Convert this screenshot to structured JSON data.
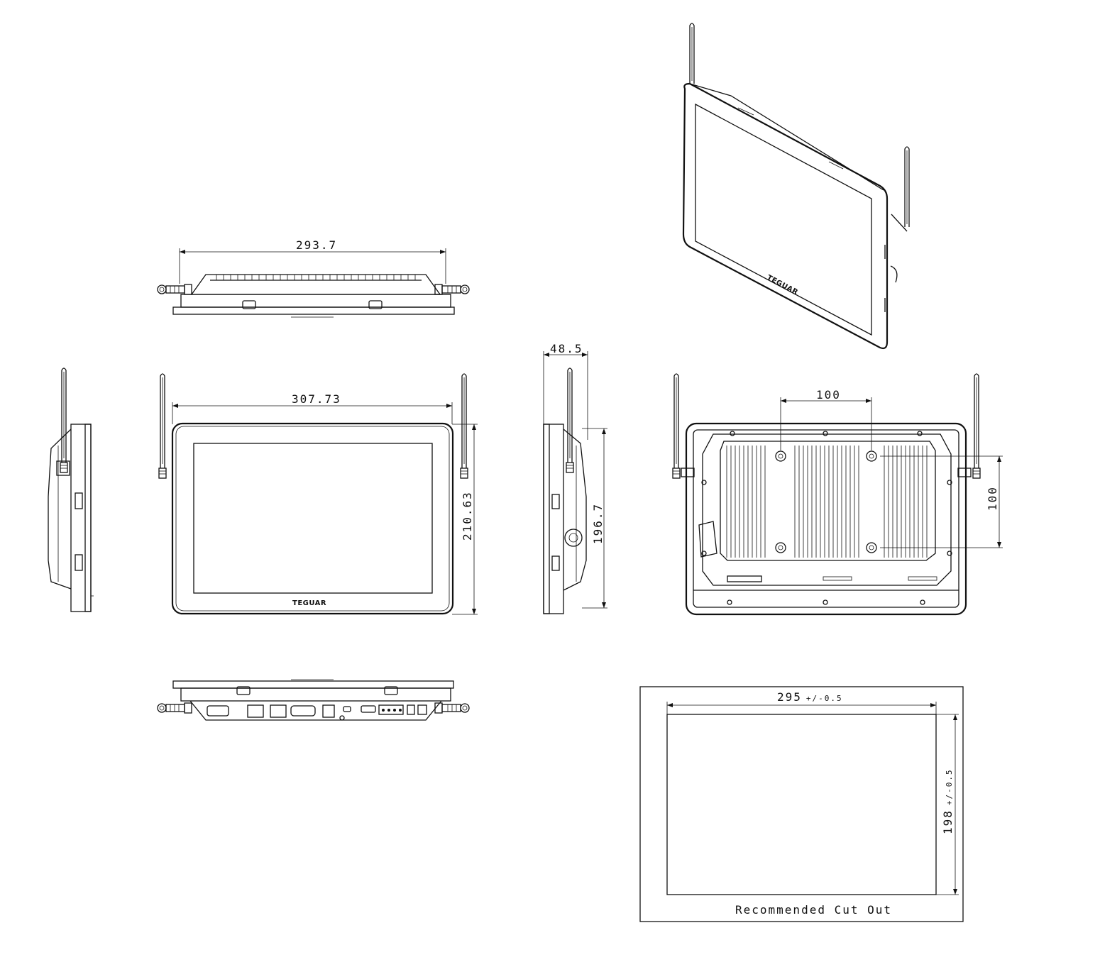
{
  "brand": "TEGUAR",
  "dimensions": {
    "top_view_width": "293.7",
    "front_width": "307.73",
    "front_height": "210.63",
    "side_depth": "48.5",
    "side_height": "196.7",
    "vesa_horizontal": "100",
    "vesa_vertical": "100",
    "cutout_width_value": "295",
    "cutout_width_tol": "+/-0.5",
    "cutout_height_value": "198",
    "cutout_height_tol": "+/-0.5"
  },
  "cutout_label": "Recommended Cut Out"
}
